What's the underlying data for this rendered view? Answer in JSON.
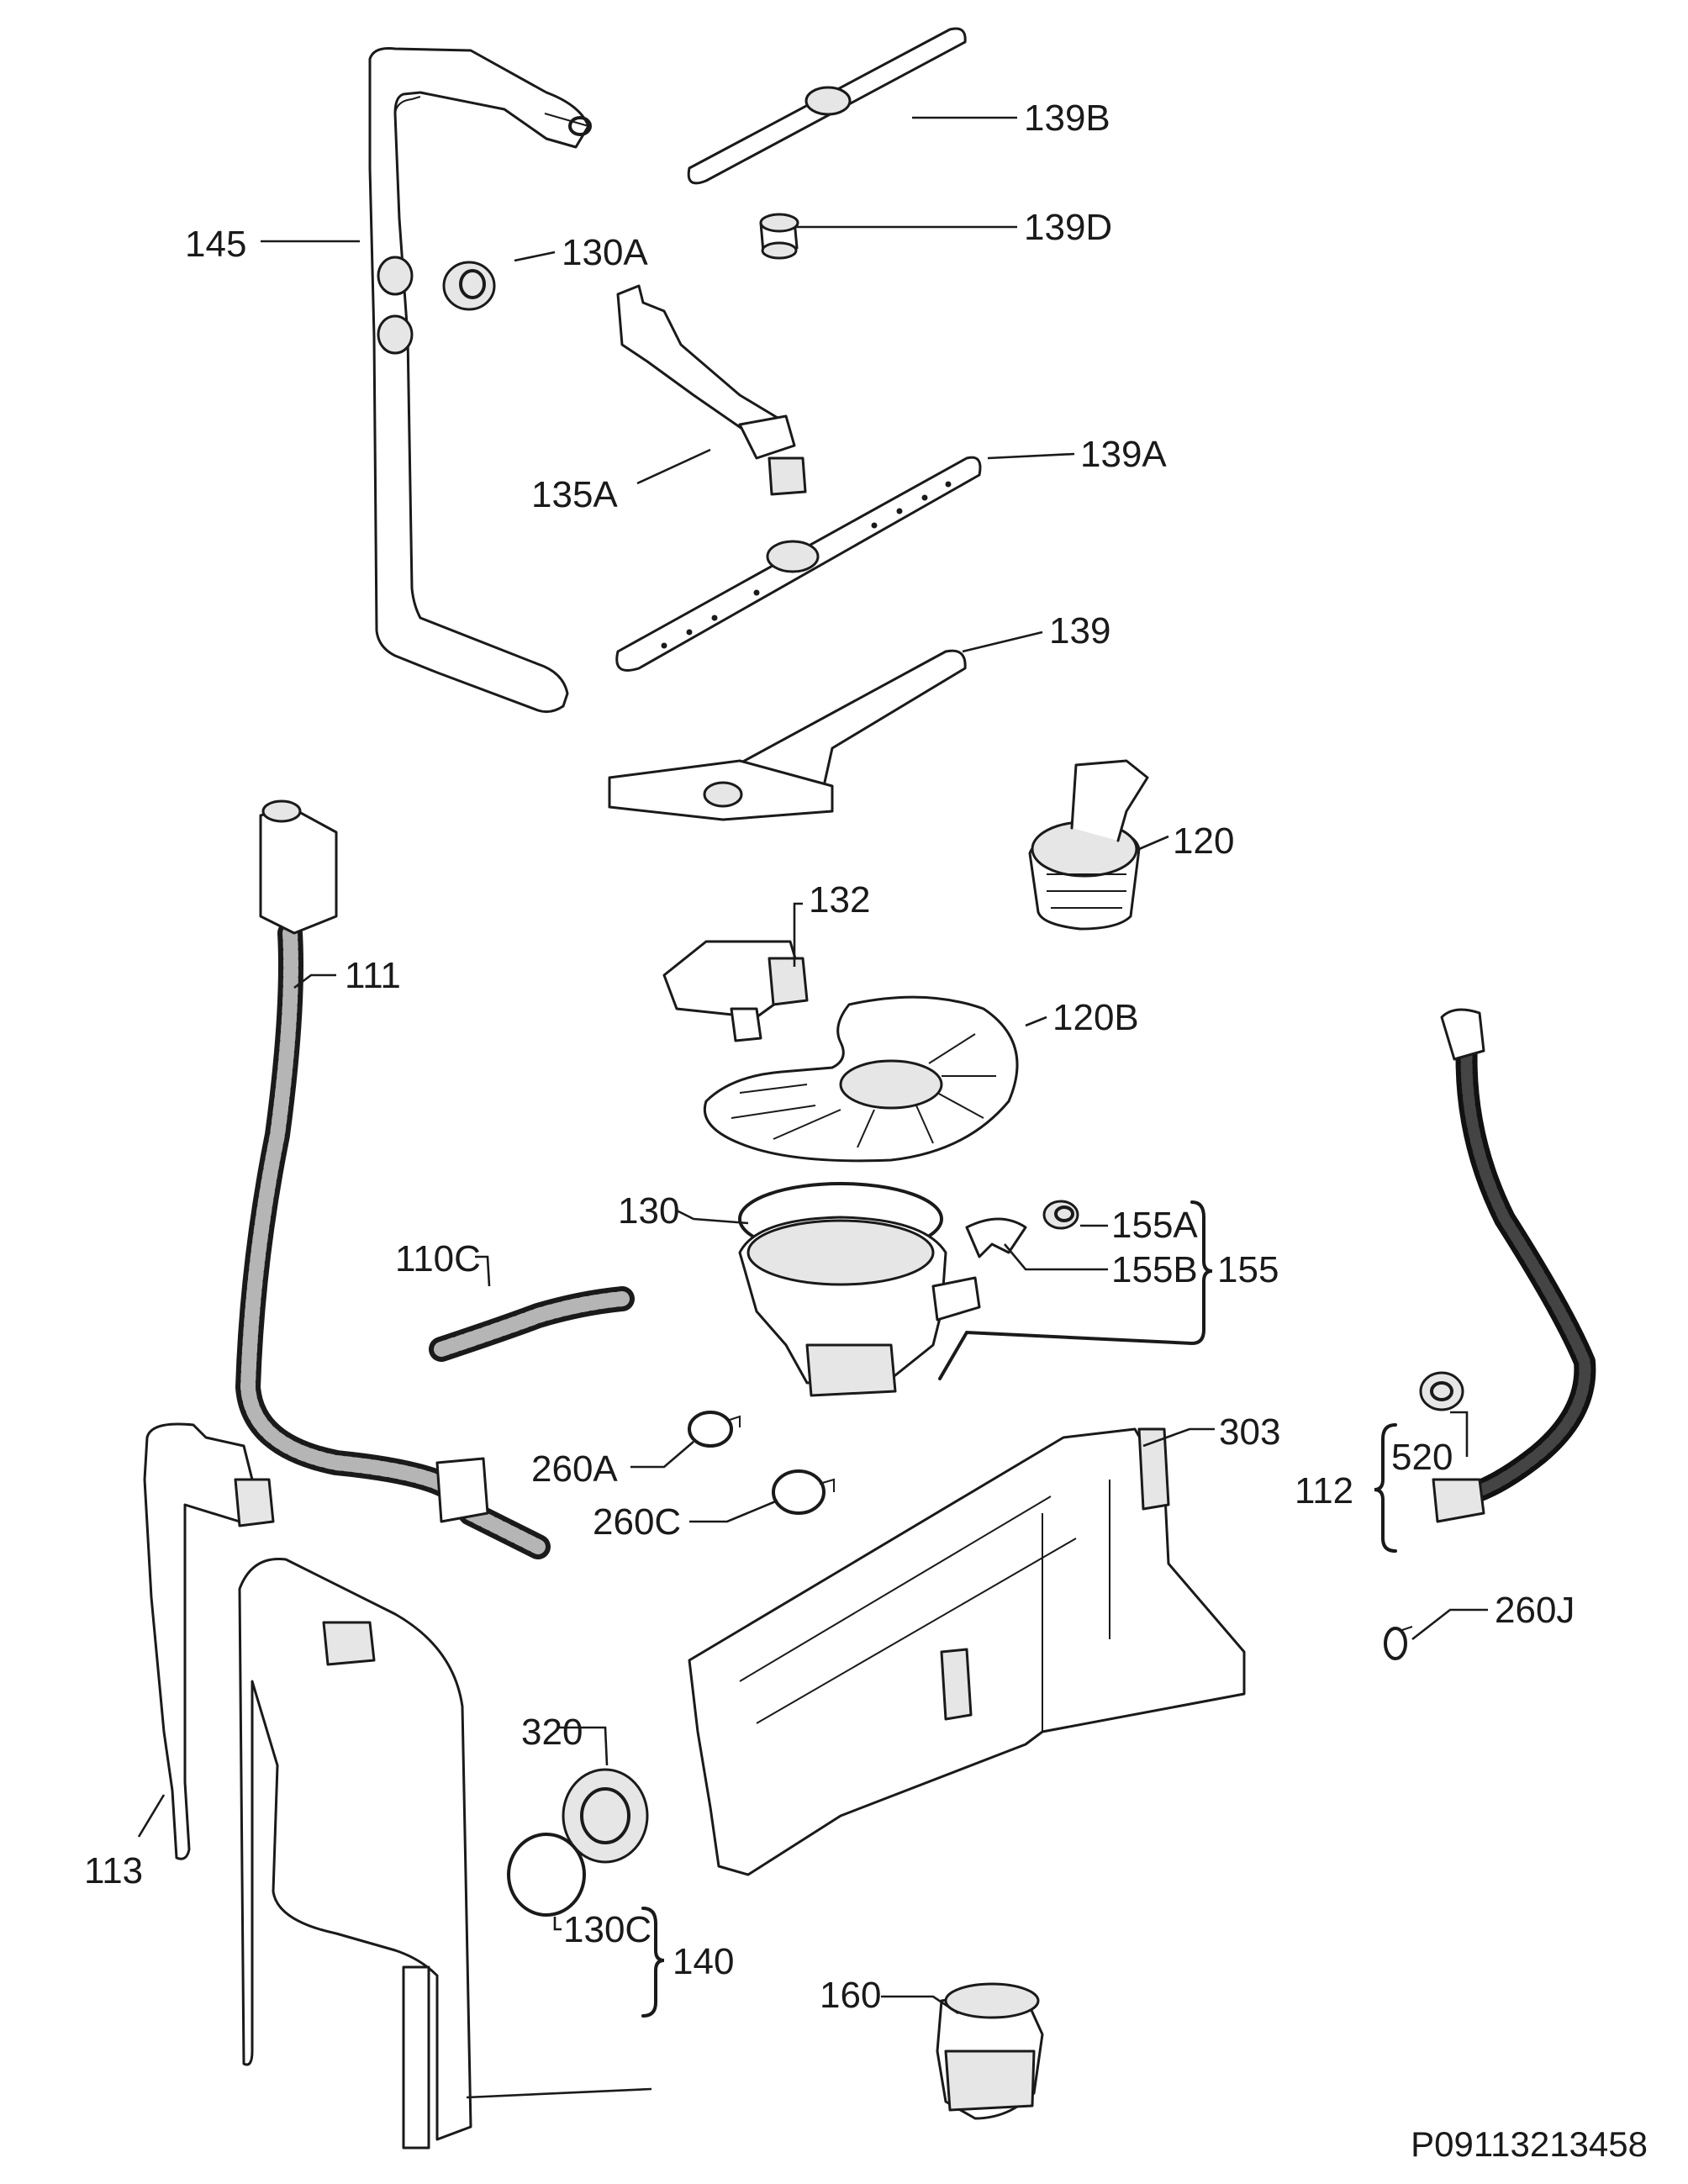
{
  "parts": {
    "p145": "145",
    "p130A": "130A",
    "p139B": "139B",
    "p139D": "139D",
    "p135A": "135A",
    "p139A": "139A",
    "p139": "139",
    "p120": "120",
    "p111": "111",
    "p132": "132",
    "p120B": "120B",
    "p130": "130",
    "p155A": "155A",
    "p155B": "155B",
    "p155": "155",
    "p110C": "110C",
    "p260A": "260A",
    "p260C": "260C",
    "p303": "303",
    "p520": "520",
    "p112": "112",
    "p260J": "260J",
    "p113": "113",
    "p320": "320",
    "p130C": "130C",
    "p140": "140",
    "p160": "160"
  },
  "document_code": "P09113213458"
}
